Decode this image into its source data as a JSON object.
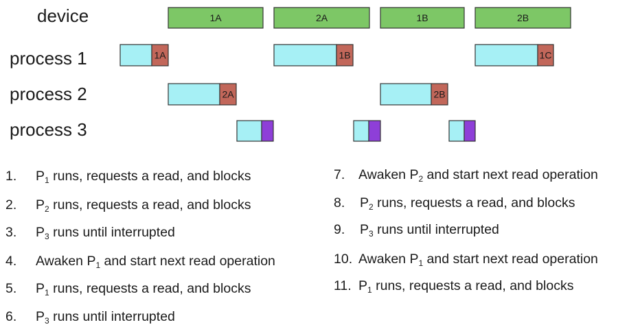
{
  "colors": {
    "device": "#7dc766",
    "run": "#a6f0f5",
    "request": "#c2675a",
    "interrupt": "#8e3fd8",
    "stroke": "#333333"
  },
  "rows": [
    {
      "label": "device"
    },
    {
      "label": "process 1"
    },
    {
      "label": "process 2"
    },
    {
      "label": "process 3"
    }
  ],
  "timeline": {
    "device": [
      {
        "start": 245,
        "end": 383,
        "label": "1A"
      },
      {
        "start": 399,
        "end": 538,
        "label": "2A"
      },
      {
        "start": 554,
        "end": 676,
        "label": "1B"
      },
      {
        "start": 692,
        "end": 831,
        "label": "2B"
      }
    ],
    "process1": [
      {
        "start": 175,
        "end": 221,
        "label": "",
        "kind": "run"
      },
      {
        "start": 221,
        "end": 245,
        "label": "1A",
        "kind": "request"
      },
      {
        "start": 399,
        "end": 490,
        "label": "",
        "kind": "run"
      },
      {
        "start": 490,
        "end": 514,
        "label": "1B",
        "kind": "request"
      },
      {
        "start": 692,
        "end": 783,
        "label": "",
        "kind": "run"
      },
      {
        "start": 783,
        "end": 806,
        "label": "1C",
        "kind": "request"
      }
    ],
    "process2": [
      {
        "start": 245,
        "end": 320,
        "label": "",
        "kind": "run"
      },
      {
        "start": 320,
        "end": 344,
        "label": "2A",
        "kind": "request"
      },
      {
        "start": 554,
        "end": 628,
        "label": "",
        "kind": "run"
      },
      {
        "start": 628,
        "end": 652,
        "label": "2B",
        "kind": "request"
      }
    ],
    "process3": [
      {
        "start": 345,
        "end": 381,
        "label": "",
        "kind": "run"
      },
      {
        "start": 381,
        "end": 398,
        "label": "",
        "kind": "interrupt"
      },
      {
        "start": 515,
        "end": 537,
        "label": "",
        "kind": "run"
      },
      {
        "start": 537,
        "end": 554,
        "label": "",
        "kind": "interrupt"
      },
      {
        "start": 654,
        "end": 676,
        "label": "",
        "kind": "run"
      },
      {
        "start": 676,
        "end": 692,
        "label": "",
        "kind": "interrupt"
      }
    ]
  },
  "steps": [
    {
      "num": "1.",
      "pre": "P",
      "sub": "1",
      "post": " runs, requests a read, and blocks"
    },
    {
      "num": "2.",
      "pre": "P",
      "sub": "2",
      "post": " runs, requests a read, and blocks"
    },
    {
      "num": "3.",
      "pre": "P",
      "sub": "3",
      "post": " runs until interrupted"
    },
    {
      "num": "4.",
      "pre": "Awaken P",
      "sub": "1",
      "post": " and start next read operation"
    },
    {
      "num": "5.",
      "pre": "P",
      "sub": "1",
      "post": " runs, requests a read, and blocks"
    },
    {
      "num": "6.",
      "pre": "P",
      "sub": "3",
      "post": " runs until interrupted"
    },
    {
      "num": "7.",
      "pre": "Awaken P",
      "sub": "2",
      "post": " and start next read operation"
    },
    {
      "num": "8.",
      "pre": "P",
      "sub": "2",
      "post": " runs, requests a read, and blocks"
    },
    {
      "num": "9.",
      "pre": "P",
      "sub": "3",
      "post": " runs until interrupted"
    },
    {
      "num": "10.",
      "pre": "Awaken P",
      "sub": "1",
      "post": " and start next read operation"
    },
    {
      "num": "11.",
      "pre": "P",
      "sub": "1",
      "post": " runs, requests a read, and blocks"
    }
  ]
}
